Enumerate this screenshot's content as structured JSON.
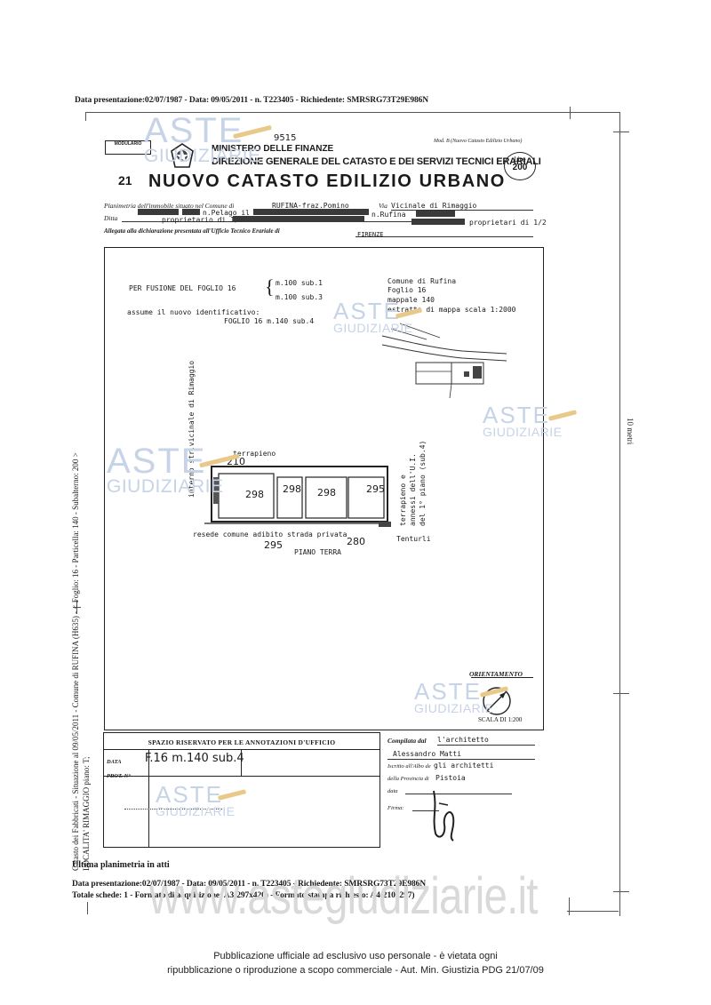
{
  "top_header": "Data presentazione:02/07/1987 - Data: 09/05/2011 - n. T223405 - Richiedente: SMRSRG73T29E986N",
  "watermark": {
    "line1": "ASTE",
    "line2": "GIUDIZIARIE"
  },
  "form": {
    "modulario": "MODULARIO",
    "ministry_number": "9515",
    "ministry": "MINISTERO DELLE FINANZE",
    "direction": "DIREZIONE GENERALE DEL CATASTO E DEI SERVIZI TECNICI ERARIALI",
    "model_note": "Mod. B (Nuovo Catasto Edilizio Urbano)",
    "stamp_lire": "Lire",
    "stamp_value": "200",
    "number_prefix": "21",
    "title": "NUOVO CATASTO EDILIZIO URBANO",
    "planimetria_label": "Planimetria dell'immobile situato nel Comune di",
    "comune_value": "RUFINA-fraz.Pomino",
    "via_label": "Via",
    "via_value": "Vicinale di Rimaggio",
    "owner_line1": "n.Pelago il 2",
    "owner_line2": "n.Rufina",
    "ditta_label": "Ditta",
    "proprietario": "proprietario di 1/2",
    "proprietari": "proprietari di 1/2",
    "allegata": "Allegata alla dichiarazione presentata all'Ufficio Tecnico Erariale di",
    "ufficio_value": "FIRENZE"
  },
  "plan": {
    "fusion_line1": "PER FUSIONE DEL FOGLIO 16",
    "sub1": "m.100 sub.1",
    "sub2": "m.100 sub.3",
    "assume": "assume il nuovo identificativo:",
    "new_id": "FOGLIO 16 m.140 sub.4",
    "comune": "Comune di Rufina",
    "foglio": "Foglio 16",
    "mappale": "mappale 140",
    "estratto": "estratto di mappa scala 1:2000",
    "strada_vertical": "interno str.vicinale di Rimaggio",
    "terrapieno": "terrapieno",
    "num210": "210",
    "rooms": [
      "298",
      "298",
      "298",
      "295"
    ],
    "right_vertical_1": "terrapieno e",
    "right_vertical_2": "annessi dell'U.I.",
    "right_vertical_3": "del 1° piano (sub.4)",
    "strada_privata": "resede comune adibito strada privata",
    "tenturli": "Tenturli",
    "num295": "295",
    "num280": "280",
    "piano": "PIANO TERRA",
    "orientamento": "ORIENTAMENTO",
    "scala": "SCALA DI 1:200"
  },
  "side_left_1": "Catasto dei Fabbricati - Situazione al 09/05/2011 - Comune di RUFINA (H635) - < Foglio: 16 - Particella: 140 - Subalterno: 200 >",
  "side_left_2": "LOCALITA' RIMAGGIO piano: T;",
  "side_right": "10 metri",
  "office": {
    "header": "SPAZIO RISERVATO PER LE ANNOTAZIONI D'UFFICIO",
    "data_label": "DATA",
    "data_value": "F.16 m.140 sub.4",
    "prot_label": "PROT. N°",
    "compilata": "Compilata dal",
    "compilata_value": "l'architetto",
    "name": "Alessandro Matti",
    "iscritto": "Iscritto all'Albo de",
    "iscritto_value": "gli architetti",
    "provincia": "della Provincia di",
    "provincia_value": "Pistoia",
    "data2": "data",
    "firma": "Firma:"
  },
  "footer": {
    "ultima": "Ultima planimetria in atti",
    "line1": "Data presentazione:02/07/1987 - Data: 09/05/2011 - n. T223405 - Richiedente: SMRSRG73T29E986N",
    "line2": "Totale schede: 1 - Formato di acquisizione: A3(297x420) - Formato stampa richiesto: A4(210x297)",
    "site": "www.astegiudiziarie.it",
    "pub1": "Pubblicazione ufficiale ad esclusivo uso personale - è vietata ogni",
    "pub2": "ripubblicazione o riproduzione a scopo commerciale - Aut. Min. Giustizia PDG 21/07/09"
  }
}
